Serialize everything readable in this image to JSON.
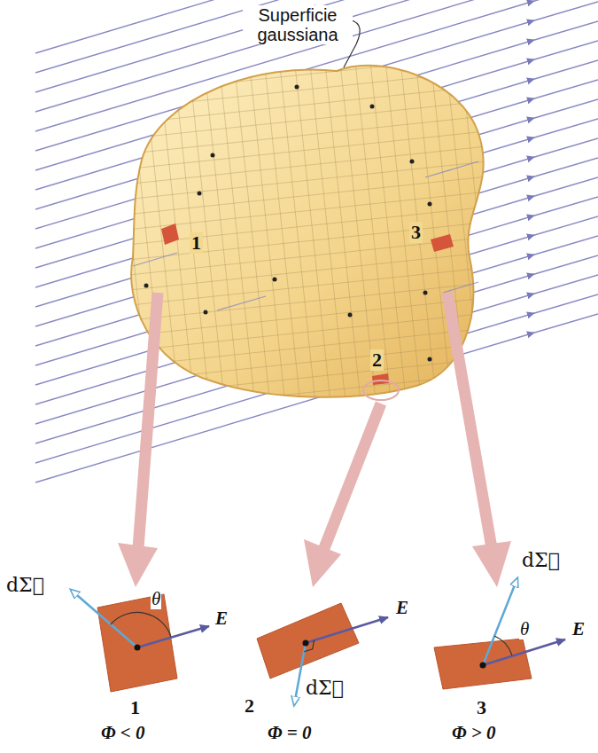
{
  "diagram": {
    "labels": [
      "Superficie gaussiana",
      "1",
      "3",
      "2",
      "dΣ⃗",
      "θ",
      "E",
      "1",
      "Φ < 0",
      "E",
      "dΣ⃗",
      "2",
      "Φ = 0",
      "dΣ⃗",
      "θ",
      "E",
      "3",
      "Φ > 0"
    ]
  }
}
